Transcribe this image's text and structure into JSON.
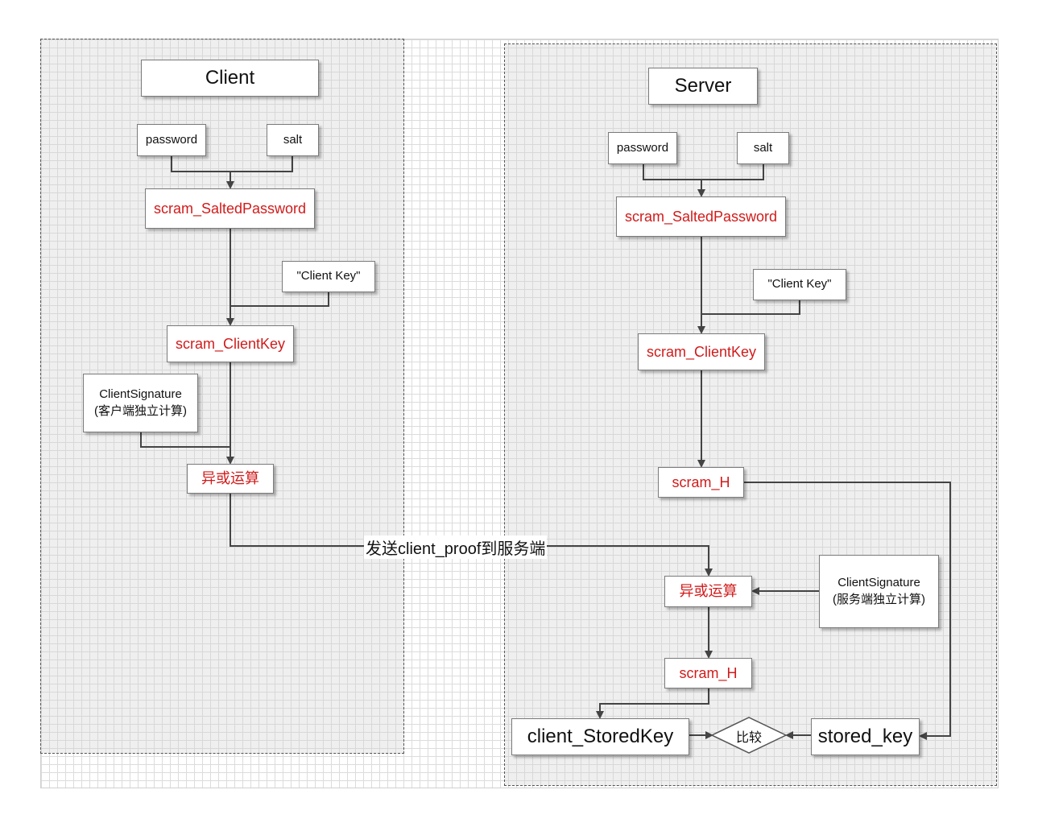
{
  "client": {
    "title": "Client",
    "password": "password",
    "salt": "salt",
    "salted_password": "scram_SaltedPassword",
    "client_key_const": "\"Client Key\"",
    "client_key": "scram_ClientKey",
    "client_signature": "ClientSignature\n(客户端独立计算)",
    "xor": "异或运算"
  },
  "server": {
    "title": "Server",
    "password": "password",
    "salt": "salt",
    "salted_password": "scram_SaltedPassword",
    "client_key_const": "\"Client Key\"",
    "client_key": "scram_ClientKey",
    "hash1": "scram_H",
    "xor": "异或运算",
    "client_signature": "ClientSignature\n(服务端独立计算)",
    "hash2": "scram_H",
    "client_stored_key": "client_StoredKey",
    "compare": "比较",
    "stored_key": "stored_key"
  },
  "edge_label": "发送client_proof到服务端",
  "colors": {
    "accent_red": "#d11b1b",
    "line": "#444444",
    "grid": "#dcdcdc"
  }
}
